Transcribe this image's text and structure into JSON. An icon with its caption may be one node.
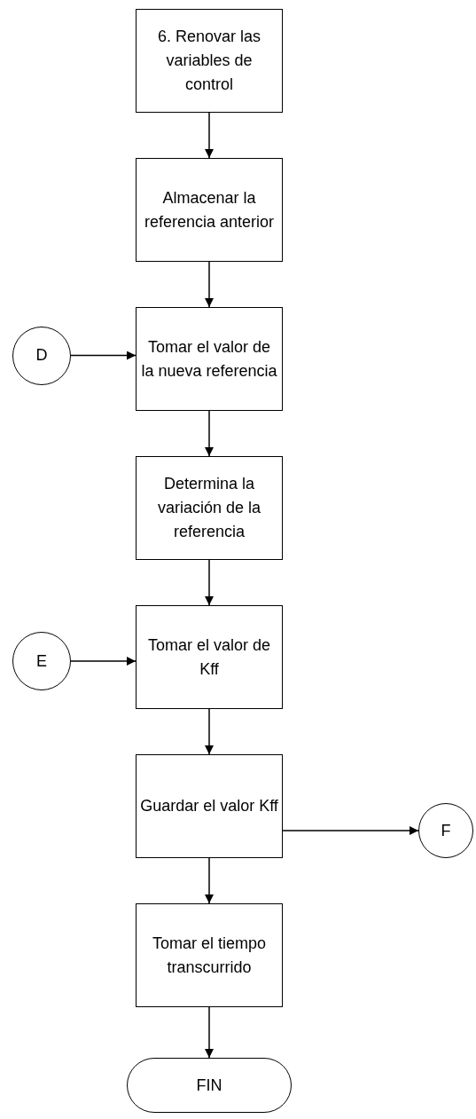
{
  "diagram": {
    "nodes": [
      {
        "text": [
          "6. Renovar las variables de control"
        ]
      },
      {
        "text": [
          "Almacenar la referencia anterior"
        ]
      },
      {
        "text": [
          "D"
        ]
      },
      {
        "text": [
          "Tomar el valor de la nueva referencia"
        ]
      },
      {
        "text": [
          "Determina la variación de la referencia"
        ]
      },
      {
        "text": [
          "E"
        ]
      },
      {
        "text": [
          "Tomar el valor de Kff"
        ]
      },
      {
        "text": [
          "Guardar el valor Kff"
        ]
      },
      {
        "text": [
          "F"
        ]
      },
      {
        "text": [
          "Tomar el tiempo transcurrido"
        ]
      },
      {
        "text": [
          "FIN"
        ]
      }
    ],
    "edges": [
      {
        "from": 0,
        "to": 1,
        "arrow": "to"
      },
      {
        "from": 1,
        "to": 3,
        "arrow": "to"
      },
      {
        "from": 2,
        "to": 3,
        "arrow": "to"
      },
      {
        "from": 3,
        "to": 4,
        "arrow": "to"
      },
      {
        "from": 4,
        "to": 6,
        "arrow": "to"
      },
      {
        "from": 5,
        "to": 6,
        "arrow": "to"
      },
      {
        "from": 6,
        "to": 7,
        "arrow": "to"
      },
      {
        "from": 7,
        "to": 8,
        "arrow": "to"
      },
      {
        "from": 7,
        "to": 9,
        "arrow": "to"
      },
      {
        "from": 9,
        "to": 10,
        "arrow": "to"
      }
    ]
  }
}
